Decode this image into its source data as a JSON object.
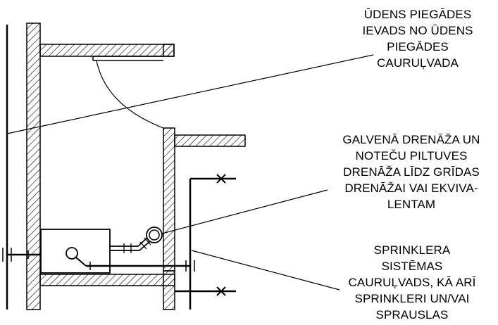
{
  "callouts": {
    "water_supply": {
      "lines": [
        "ŪDENS PIEGĀDES",
        "IEVADS NO ŪDENS",
        "PIEGĀDES",
        "CAURUĻVADA"
      ]
    },
    "main_drain": {
      "lines": [
        "GALVENĀ DRENĀŽA UN",
        "NOTEČU PILTUVES",
        "DRENĀŽA LĪDZ GRĪDAS",
        "DRENĀŽAI VAI EKVIVA-",
        "LENTAM"
      ]
    },
    "sprinkler_pipe": {
      "lines": [
        "SPRINKLERA",
        "SISTĒMAS",
        "CAURUĻVADS, KĀ ARĪ",
        "SPRINKLERI UN/VAI",
        "SPRAUSLAS"
      ]
    }
  },
  "colors": {
    "line": "#000000",
    "background": "#ffffff"
  }
}
